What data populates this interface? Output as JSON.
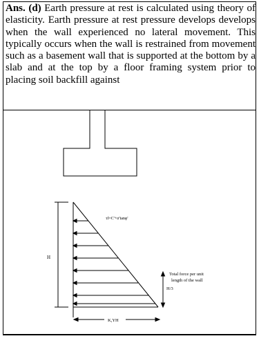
{
  "answer": {
    "label": "Ans. (d)",
    "text": " Earth pressure at rest is calculated using theory of elasticity. Earth pressure at rest pressure develops develops when the wall experienced no lateral movement. This typically occurs when the wall is restrained from movement such as a basement wall that is supported at the bottom by a slab and at the top by a floor framing system prior to placing soil backfill against"
  },
  "diagram": {
    "shear_formula": "τf=C'+σ'tanφ'",
    "height_label": "H",
    "force_label_line1": "Total force per unit",
    "force_label_line2": "length of the wall",
    "force_height_label": "H/3",
    "base_pressure_label": "K,YH"
  }
}
